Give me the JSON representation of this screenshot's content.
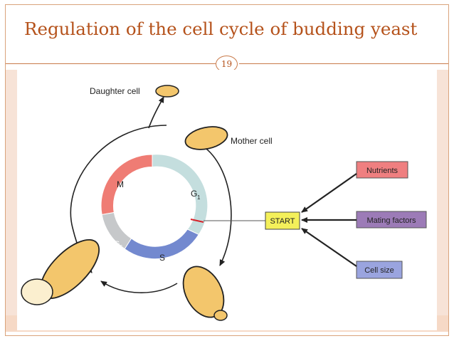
{
  "slide": {
    "title": "Regulation of the cell cycle of budding yeast",
    "page_number": "19"
  },
  "diagram": {
    "cells": {
      "daughter": "Daughter cell",
      "mother": "Mother cell"
    },
    "phases": {
      "m": "M",
      "g1": "G",
      "g1_sub": "1",
      "s": "S",
      "g2": "G",
      "g2_sub": "2"
    },
    "start": "START",
    "inputs": {
      "nutrients": "Nutrients",
      "mating": "Mating factors",
      "size": "Cell size"
    },
    "colors": {
      "m_phase": "#ef7c74",
      "g1_phase": "#c4dede",
      "s_phase": "#7389cf",
      "g2_phase": "#c6c8ca",
      "cell_fill": "#f3c66c",
      "start_box": "#f4f05a",
      "nutrients_box": "#ef7f80",
      "mating_box": "#9c7bb7",
      "size_box": "#9aa4df"
    }
  }
}
